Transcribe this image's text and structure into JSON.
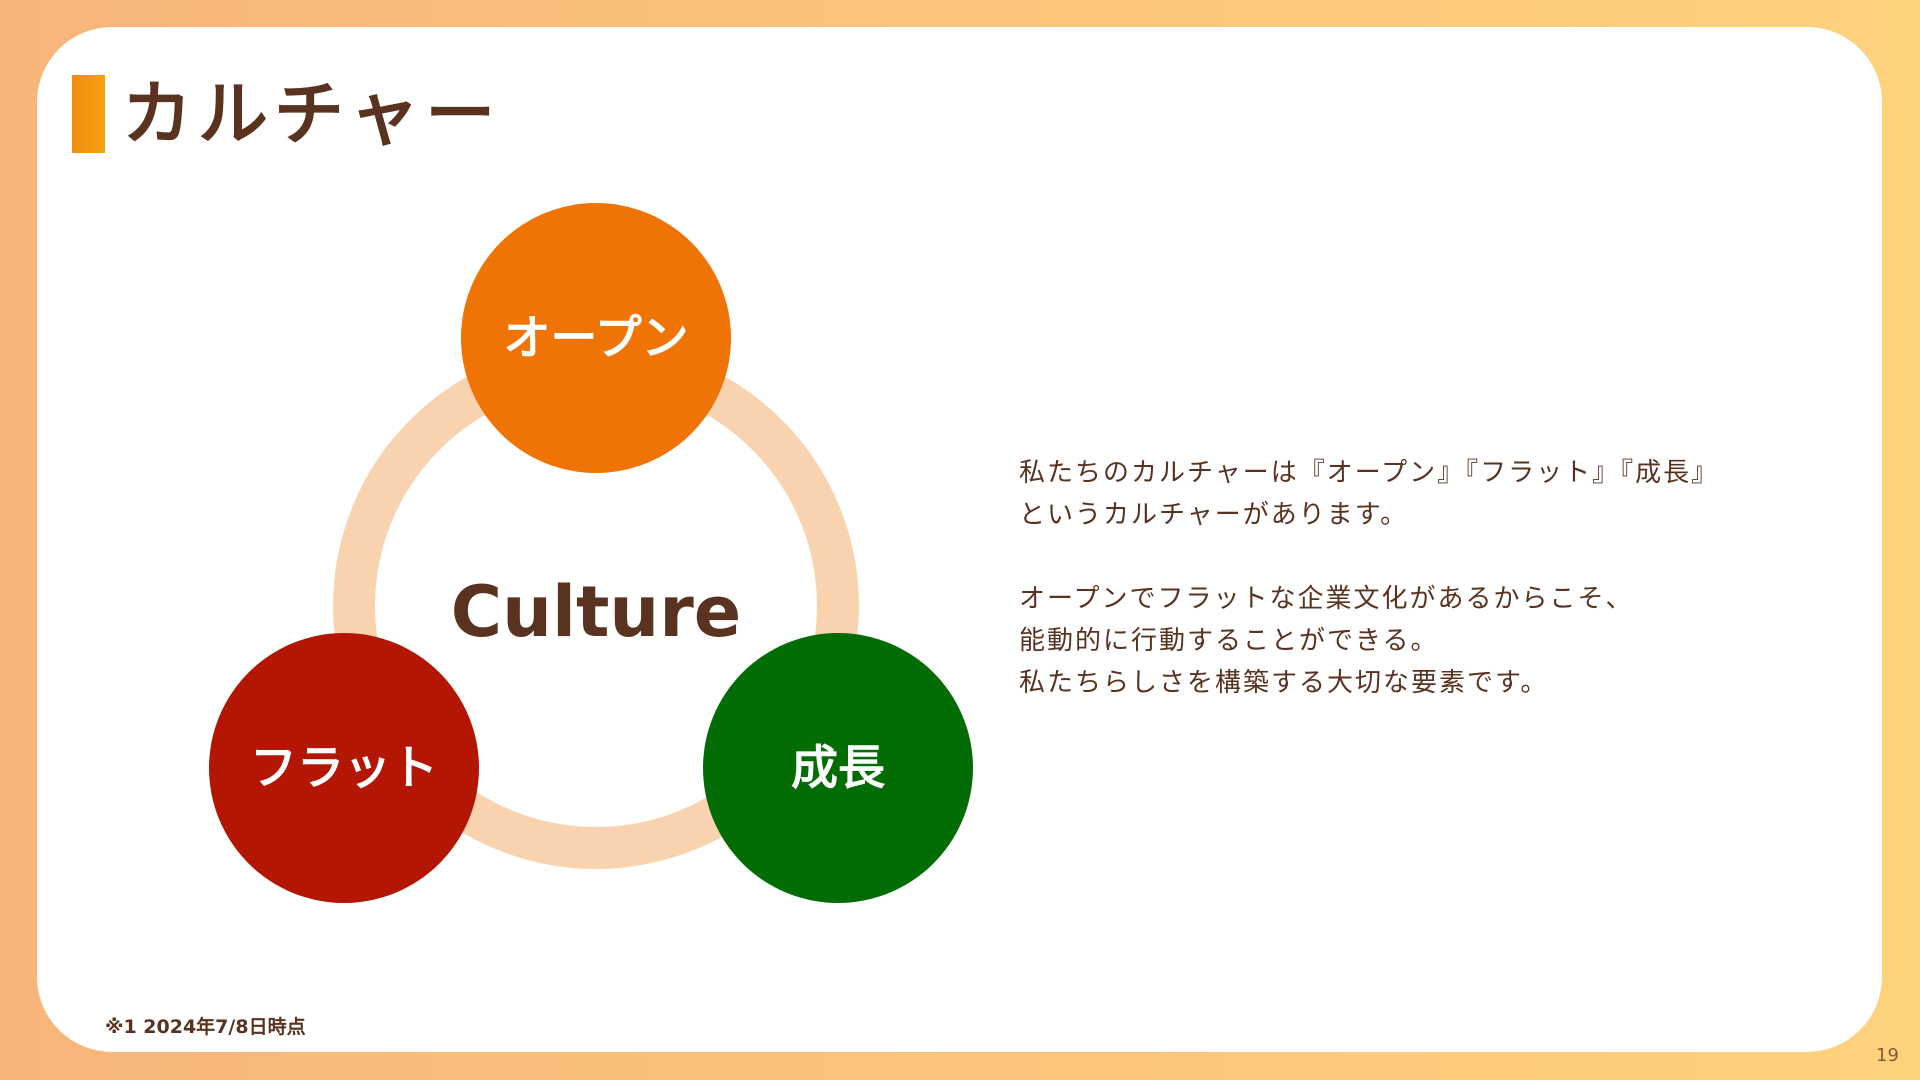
{
  "slide": {
    "title": "カルチャー",
    "page_number": "19",
    "footnote": "※1 2024年7/8日時点"
  },
  "diagram": {
    "center_label": "Culture",
    "nodes": [
      {
        "label": "オープン",
        "color": "#f07306"
      },
      {
        "label": "フラット",
        "color": "#b31704"
      },
      {
        "label": "成長",
        "color": "#036c05"
      }
    ],
    "ring_color": "#f9d3b0"
  },
  "description": {
    "paragraph1": [
      "私たちのカルチャーは『オープン』『フラット』『成長』",
      "というカルチャーがあります。"
    ],
    "paragraph2": [
      "オープンでフラットな企業文化があるからこそ、",
      "能動的に行動することができる。",
      "私たちらしさを構築する大切な要素です。"
    ]
  },
  "colors": {
    "text": "#5a3320",
    "accent": "#f28c12"
  }
}
